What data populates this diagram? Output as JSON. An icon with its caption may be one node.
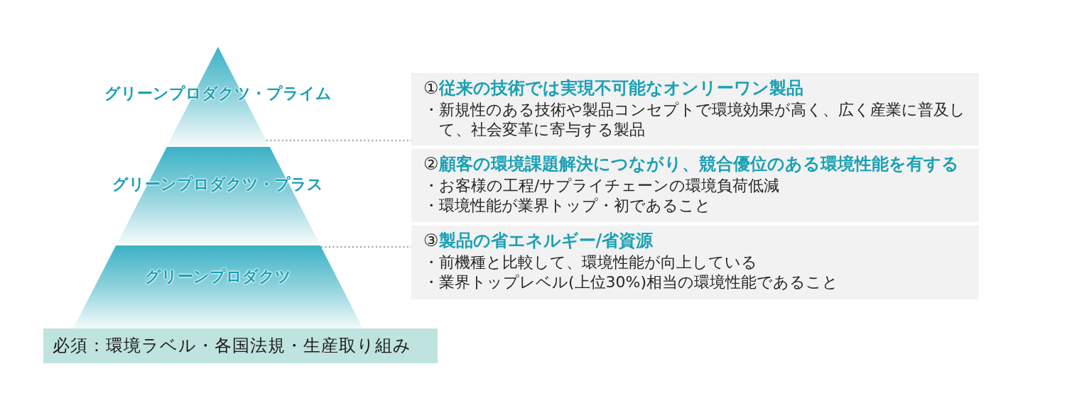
{
  "diagram": {
    "nodes": [
      {
        "text": [
          "グリーンプロダクツ・プライム"
        ]
      },
      {
        "text": [
          "①**従来の技術では実現不可能なオンリーワン製品**",
          "・新規性のある技術や製品コンセプトで環境効果が高く、広く産業に普及して、社会変革に寄与する製品"
        ]
      },
      {
        "text": [
          "グリーンプロダクツ・プラス"
        ]
      },
      {
        "text": [
          "②**顧客の環境課題解決につながり、競合優位のある環境性能を有する**",
          "・お客様の工程/サプライチェーンの環境負荷低減",
          "・環境性能が業界トップ・初であること"
        ]
      },
      {
        "text": [
          "グリーンプロダクツ"
        ]
      },
      {
        "text": [
          "③**製品の省エネルギー/省資源**",
          "・前機種と比較して、環境性能が向上している",
          "・業界トップレベル(上位30%)相当の環境性能であること"
        ]
      },
      {
        "text": [
          "必須：環境ラベル・各国法規・生産取り組み"
        ]
      }
    ],
    "edges": [
      {
        "from": 0,
        "to": 1,
        "arrow": "none",
        "style": "dashed"
      },
      {
        "from": 4,
        "to": 5,
        "arrow": "none",
        "style": "dashed"
      }
    ]
  }
}
